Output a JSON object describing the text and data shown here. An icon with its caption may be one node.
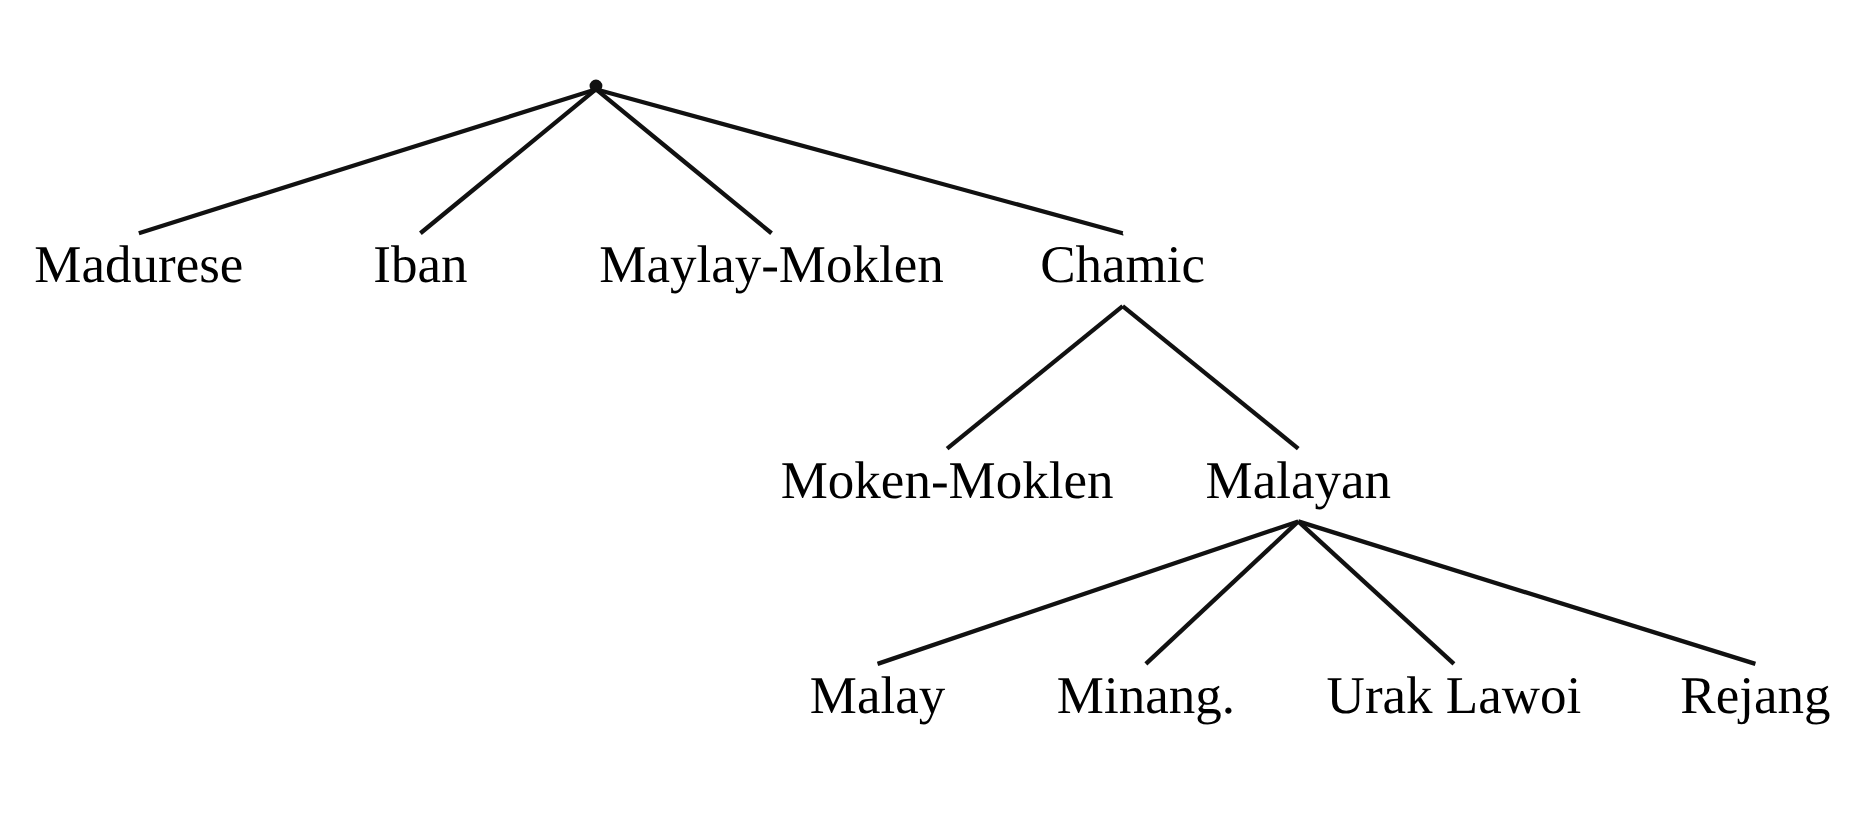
{
  "diagram": {
    "nodes": [
      {
        "text": [],
        "shape": "point"
      },
      {
        "text": [
          "Madurese"
        ]
      },
      {
        "text": [
          "Iban"
        ]
      },
      {
        "text": [
          "Maylay-Moklen"
        ]
      },
      {
        "text": [
          "Chamic"
        ]
      },
      {
        "text": [
          "Moken-Moklen"
        ]
      },
      {
        "text": [
          "Malayan"
        ]
      },
      {
        "text": [
          "Malay"
        ]
      },
      {
        "text": [
          "Minang."
        ]
      },
      {
        "text": [
          "Urak Lawoi"
        ]
      },
      {
        "text": [
          "Rejang"
        ]
      }
    ],
    "edges": [
      {
        "from": 0,
        "to": 1,
        "arrow": "none"
      },
      {
        "from": 0,
        "to": 2,
        "arrow": "none"
      },
      {
        "from": 0,
        "to": 3,
        "arrow": "none"
      },
      {
        "from": 0,
        "to": 4,
        "arrow": "none"
      },
      {
        "from": 4,
        "to": 5,
        "arrow": "none"
      },
      {
        "from": 4,
        "to": 6,
        "arrow": "none"
      },
      {
        "from": 6,
        "to": 7,
        "arrow": "none"
      },
      {
        "from": 6,
        "to": 8,
        "arrow": "none"
      },
      {
        "from": 6,
        "to": 9,
        "arrow": "none"
      },
      {
        "from": 6,
        "to": 10,
        "arrow": "none"
      }
    ]
  }
}
